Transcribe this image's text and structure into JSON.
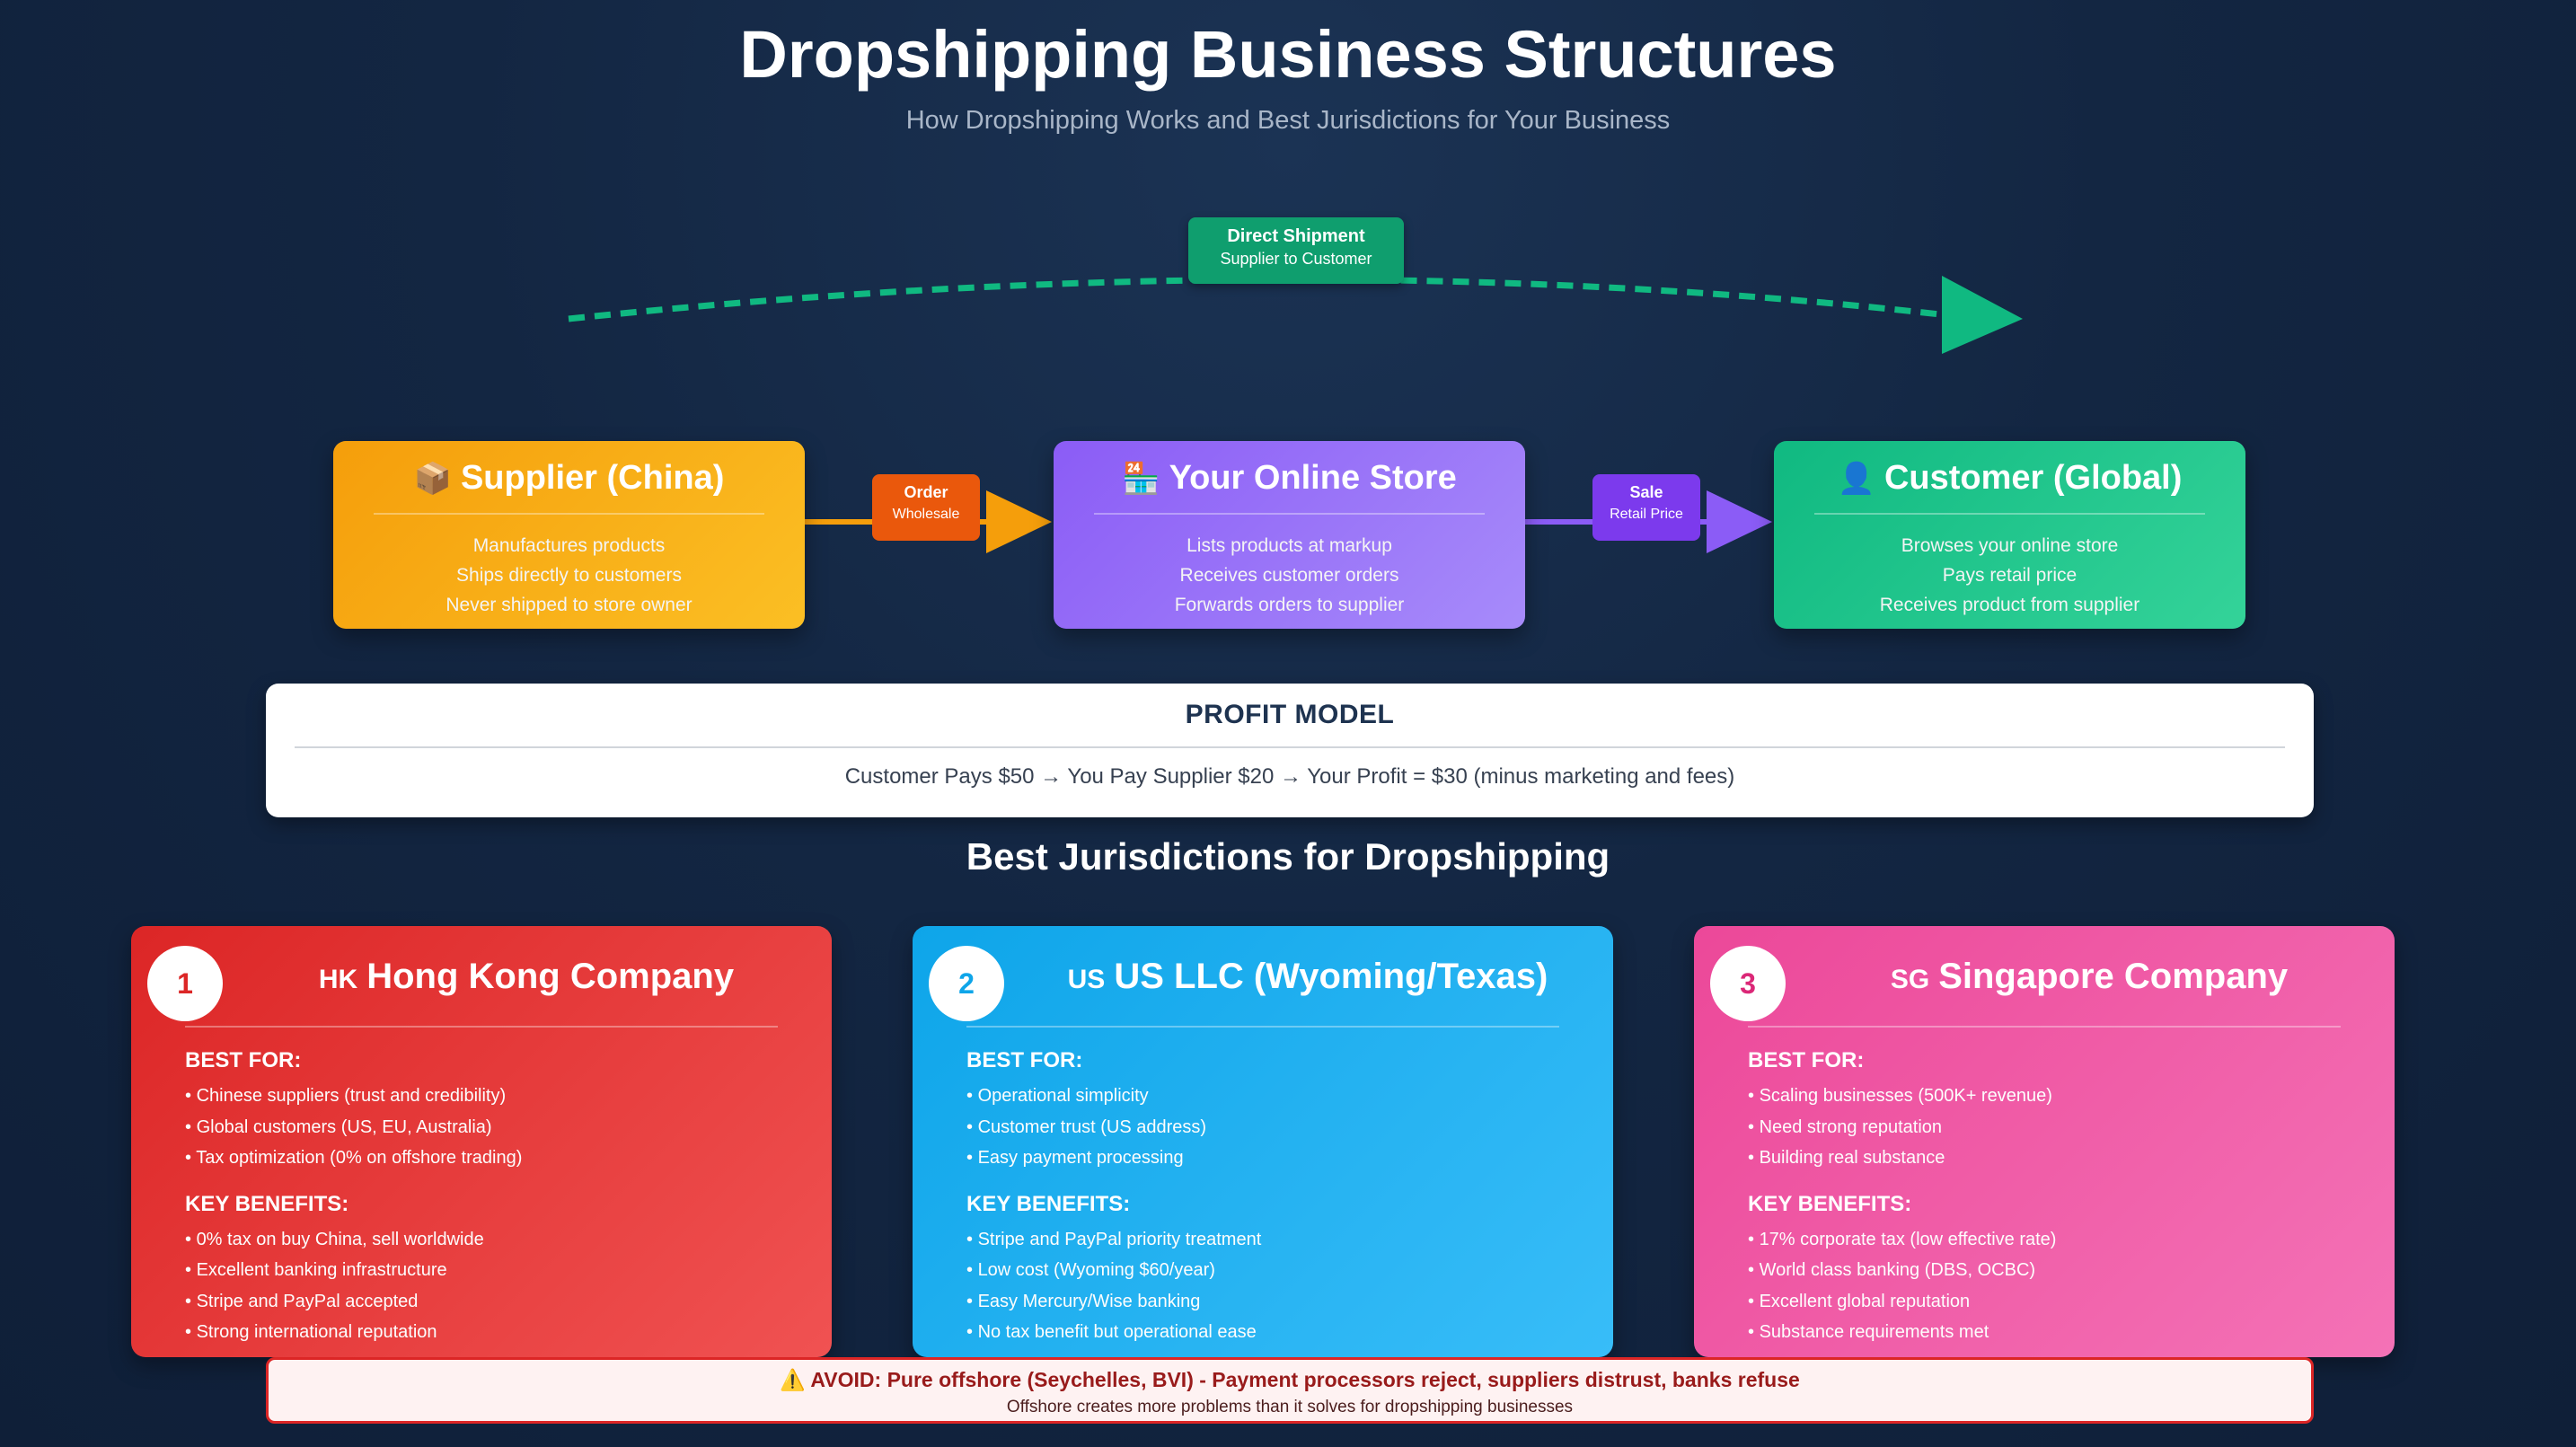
{
  "header": {
    "title": "Dropshipping Business Structures",
    "subtitle": "How Dropshipping Works and Best Jurisdictions for Your Business"
  },
  "shipment_tag": {
    "title": "Direct Shipment",
    "sub": "Supplier to Customer"
  },
  "flow": {
    "supplier": {
      "icon": "📦",
      "title": "Supplier (China)",
      "lines": [
        "Manufactures products",
        "Ships directly to customers",
        "Never shipped to store owner"
      ]
    },
    "store": {
      "icon": "🏪",
      "title": "Your Online Store",
      "lines": [
        "Lists products at markup",
        "Receives customer orders",
        "Forwards orders to supplier"
      ]
    },
    "customer": {
      "icon": "👤",
      "title": "Customer (Global)",
      "lines": [
        "Browses your online store",
        "Pays retail price",
        "Receives product from supplier"
      ]
    },
    "order_tag": {
      "title": "Order",
      "sub": "Wholesale"
    },
    "sale_tag": {
      "title": "Sale",
      "sub": "Retail Price"
    }
  },
  "profit": {
    "title": "PROFIT MODEL",
    "text": "Customer Pays $50 → You Pay Supplier $20 → Your Profit = $30 (minus marketing and fees)"
  },
  "jurisdictions": {
    "title": "Best Jurisdictions for Dropshipping",
    "best_label": "BEST FOR:",
    "benefits_label": "KEY BENEFITS:",
    "cards": [
      {
        "num": "1",
        "code": "HK",
        "title": "Hong Kong Company",
        "best": [
          "Chinese suppliers (trust and credibility)",
          "Global customers (US, EU, Australia)",
          "Tax optimization (0% on offshore trading)"
        ],
        "benefits": [
          "0% tax on buy China, sell worldwide",
          "Excellent banking infrastructure",
          "Stripe and PayPal accepted",
          "Strong international reputation"
        ]
      },
      {
        "num": "2",
        "code": "US",
        "title": "US LLC (Wyoming/Texas)",
        "best": [
          "Operational simplicity",
          "Customer trust (US address)",
          "Easy payment processing"
        ],
        "benefits": [
          "Stripe and PayPal priority treatment",
          "Low cost (Wyoming $60/year)",
          "Easy Mercury/Wise banking",
          "No tax benefit but operational ease"
        ]
      },
      {
        "num": "3",
        "code": "SG",
        "title": "Singapore Company",
        "best": [
          "Scaling businesses (500K+ revenue)",
          "Need strong reputation",
          "Building real substance"
        ],
        "benefits": [
          "17% corporate tax (low effective rate)",
          "World class banking (DBS, OCBC)",
          "Excellent global reputation",
          "Substance requirements met"
        ]
      }
    ]
  },
  "avoid": {
    "icon": "⚠️",
    "text": "AVOID: Pure offshore (Seychelles, BVI) - Payment processors reject, suppliers distrust, banks refuse",
    "sub": "Offshore creates more problems than it solves for dropshipping businesses"
  },
  "colors": {
    "supplier": "#f59e0b",
    "store": "#8b5cf6",
    "customer": "#10b981",
    "hk": "#dc2626",
    "us": "#0ea5e9",
    "sg": "#ec4899",
    "shipment": "#10b981"
  }
}
